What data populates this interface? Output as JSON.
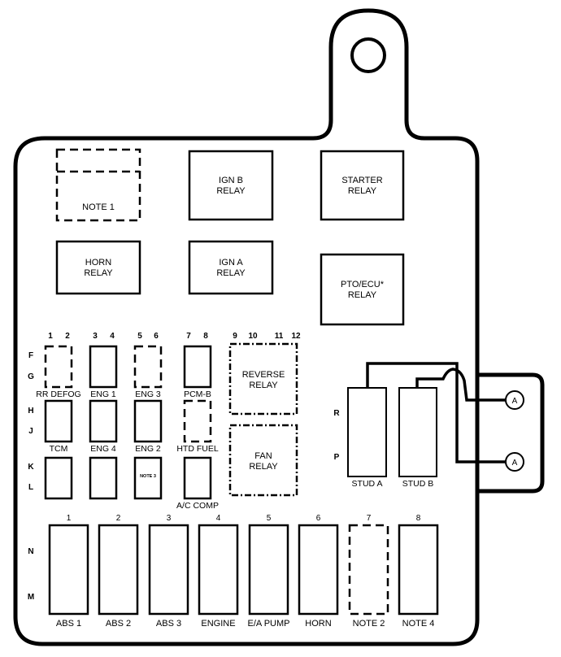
{
  "diagram": {
    "title": "Fuse/Relay Center Layout",
    "relays_top": [
      {
        "id": "note1",
        "lines": [
          "NOTE 1"
        ],
        "style": "dashed"
      },
      {
        "id": "ign-b-relay",
        "lines": [
          "IGN B",
          "RELAY"
        ],
        "style": "solid"
      },
      {
        "id": "starter-relay",
        "lines": [
          "STARTER",
          "RELAY"
        ],
        "style": "solid"
      },
      {
        "id": "horn-relay",
        "lines": [
          "HORN",
          "RELAY"
        ],
        "style": "solid"
      },
      {
        "id": "ign-a-relay",
        "lines": [
          "IGN A",
          "RELAY"
        ],
        "style": "solid"
      },
      {
        "id": "pto-ecu-relay",
        "lines": [
          "PTO/ECU*",
          "RELAY"
        ],
        "style": "solid"
      }
    ],
    "column_numbers": [
      "1",
      "2",
      "3",
      "4",
      "5",
      "6",
      "7",
      "8",
      "9",
      "10",
      "11",
      "12"
    ],
    "row_letters_mid": [
      "F",
      "G",
      "H",
      "J",
      "K",
      "L"
    ],
    "mini_fuses": [
      {
        "row": "FG",
        "col": 1,
        "label": "RR DEFOG",
        "style": "dashed"
      },
      {
        "row": "FG",
        "col": 2,
        "label": "ENG 1",
        "style": "solid"
      },
      {
        "row": "FG",
        "col": 3,
        "label": "ENG 3",
        "style": "dashed"
      },
      {
        "row": "FG",
        "col": 4,
        "label": "PCM-B",
        "style": "solid"
      },
      {
        "row": "HJ",
        "col": 1,
        "label": "TCM",
        "style": "solid"
      },
      {
        "row": "HJ",
        "col": 2,
        "label": "ENG 4",
        "style": "solid"
      },
      {
        "row": "HJ",
        "col": 3,
        "label": "ENG 2",
        "style": "solid"
      },
      {
        "row": "HJ",
        "col": 4,
        "label": "HTD FUEL",
        "style": "dashed"
      },
      {
        "row": "KL",
        "col": 1,
        "label": "",
        "style": "solid"
      },
      {
        "row": "KL",
        "col": 2,
        "label": "",
        "style": "solid"
      },
      {
        "row": "KL",
        "col": 3,
        "label": "",
        "inner": "NOTE 3",
        "style": "solid"
      },
      {
        "row": "KL",
        "col": 4,
        "label": "A/C COMP",
        "style": "solid"
      }
    ],
    "mid_relays": [
      {
        "id": "reverse-relay",
        "lines": [
          "REVERSE",
          "RELAY"
        ]
      },
      {
        "id": "fan-relay",
        "lines": [
          "FAN",
          "RELAY"
        ]
      }
    ],
    "studs": {
      "row_letters": [
        "R",
        "P"
      ],
      "items": [
        {
          "id": "stud-a",
          "label": "STUD A"
        },
        {
          "id": "stud-b",
          "label": "STUD B"
        }
      ],
      "connector_label": "A"
    },
    "row_letters_bottom": [
      "N",
      "M"
    ],
    "maxi_fuses": [
      {
        "num": "1",
        "label": "ABS 1",
        "style": "solid"
      },
      {
        "num": "2",
        "label": "ABS 2",
        "style": "solid"
      },
      {
        "num": "3",
        "label": "ABS 3",
        "style": "solid"
      },
      {
        "num": "4",
        "label": "ENGINE",
        "style": "solid"
      },
      {
        "num": "5",
        "label": "E/A PUMP",
        "style": "solid"
      },
      {
        "num": "6",
        "label": "HORN",
        "style": "solid"
      },
      {
        "num": "7",
        "label": "NOTE 2",
        "style": "dashed"
      },
      {
        "num": "8",
        "label": "NOTE 4",
        "style": "solid"
      }
    ]
  }
}
